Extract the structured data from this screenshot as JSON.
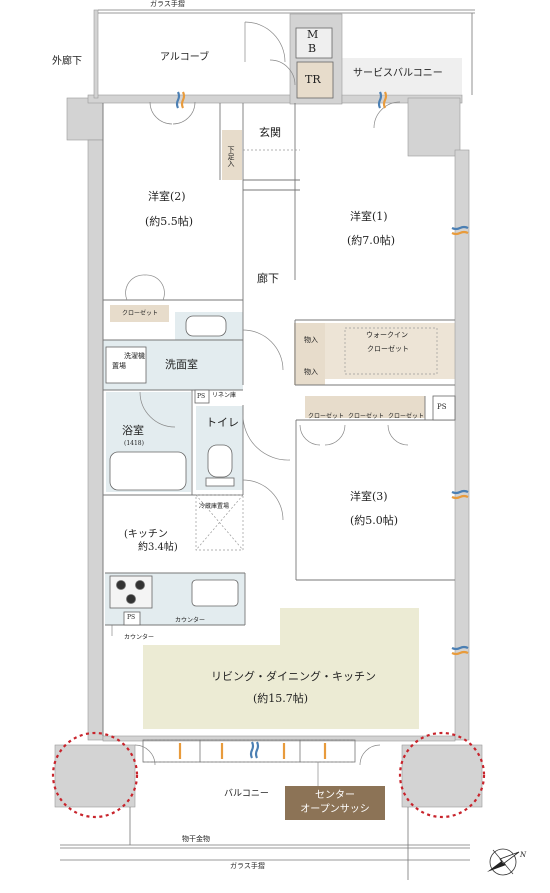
{
  "floorplan": {
    "exterior": {
      "glass_railing_top": "ガラス手摺",
      "glass_railing_bottom": "ガラス手摺",
      "outer_corridor": "外廊下",
      "alcove": "アルコーブ",
      "service_balcony": "サービスバルコニー",
      "balcony": "バルコニー",
      "drying_hardware": "物干金物"
    },
    "rooms": {
      "western_2": {
        "name": "洋室(2)",
        "size": "(約5.5帖)"
      },
      "western_1": {
        "name": "洋室(1)",
        "size": "(約7.0帖)"
      },
      "western_3": {
        "name": "洋室(3)",
        "size": "(約5.0帖)"
      },
      "kitchen": {
        "name": "キッチン",
        "size": "約3.4帖"
      },
      "ldk": {
        "name": "リビング・ダイニング・キッチン",
        "size": "(約15.7帖)"
      },
      "entrance": "玄関",
      "hallway": "廊下",
      "washroom": "洗面室",
      "bathroom": {
        "name": "浴室",
        "size": "(1418)"
      },
      "toilet": "トイレ"
    },
    "storage": {
      "closet_w2": "クローゼット",
      "walk_in_closet": [
        "ウォークイン",
        "クローゼット"
      ],
      "closets_w3": [
        "クローゼット",
        "クローゼット",
        "クローゼット"
      ],
      "storage_top": "物入",
      "storage_bottom": "物入",
      "shoe_cabinet": "下足入",
      "linen_shelf": "リネン庫",
      "washer_area": [
        "洗濯機",
        "置場"
      ],
      "fridge_area": "冷蔵庫置場",
      "counter_kitchen": "カウンター",
      "counter_small": "カウンター"
    },
    "utility": {
      "mb_m": "M",
      "mb_b": "B",
      "trunk_room": "TR",
      "ps_washroom": "PS",
      "ps_closet": "PS",
      "ps_kitchen": "PS"
    },
    "feature": {
      "center_open_sash": [
        "センター",
        "オープンサッシ"
      ]
    },
    "compass_label": "N",
    "colors": {
      "wall": "#d3d3d3",
      "ldk_highlight": "#ecebd4",
      "walk_in_closet_fill": "#ede4d6",
      "storage_fill": "#e7dccb",
      "wet_area_fill": "#e3ecef",
      "sash_badge": "#8c7356",
      "airflow_blue": "#4b7fb3",
      "airflow_orange": "#e89b3c",
      "highlight_circle": "#c8242c"
    }
  }
}
